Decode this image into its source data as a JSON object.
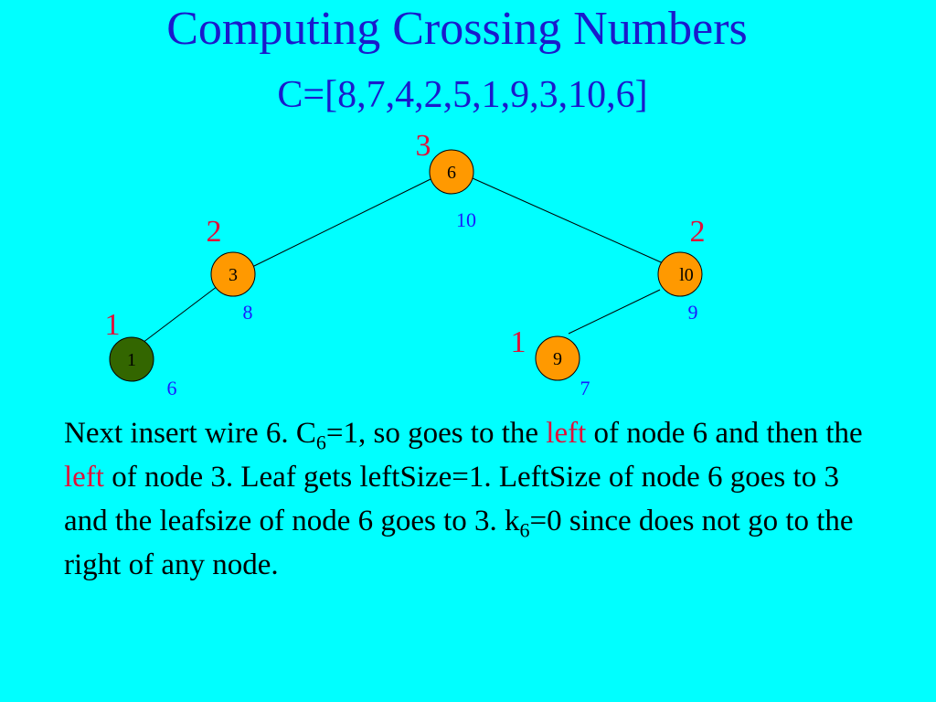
{
  "title": "Computing Crossing Numbers",
  "subtitle": "C=[8,7,4,2,5,1,9,3,10,6]",
  "colors": {
    "background": "#00ffff",
    "title": "#1a1acc",
    "node_fill": "#ff9900",
    "leaf_highlight_fill": "#336600",
    "red_label": "#e0103a",
    "blue_label": "#1a1aff"
  },
  "tree": {
    "nodes": [
      {
        "id": "node-6",
        "label": "6",
        "top_label": "3",
        "bottom_label": "10",
        "highlighted": false
      },
      {
        "id": "node-3",
        "label": "3",
        "top_label": "2",
        "bottom_label": "8",
        "highlighted": false
      },
      {
        "id": "node-10",
        "label": "l0",
        "top_label": "2",
        "bottom_label": "9",
        "highlighted": false
      },
      {
        "id": "node-1",
        "label": "1",
        "top_label": "1",
        "bottom_label": "6",
        "highlighted": true
      },
      {
        "id": "node-9",
        "label": "9",
        "top_label": "1",
        "bottom_label": "7",
        "highlighted": false
      }
    ],
    "edges": [
      [
        "node-6",
        "node-3"
      ],
      [
        "node-6",
        "node-10"
      ],
      [
        "node-3",
        "node-1"
      ],
      [
        "node-10",
        "node-9"
      ]
    ]
  },
  "body": {
    "p1": "Next insert wire 6.  C",
    "sub1": "6",
    "p2": "=1, so goes to the ",
    "left1": "left",
    "p3": " of node 6 and then the ",
    "left2": "left",
    "p4": " of node 3.  Leaf gets leftSize=1. LeftSize of node 6 goes to 3 and the leafsize of node 6 goes to 3. k",
    "sub2": "6",
    "p5": "=0 since does not go to the right of any node."
  }
}
